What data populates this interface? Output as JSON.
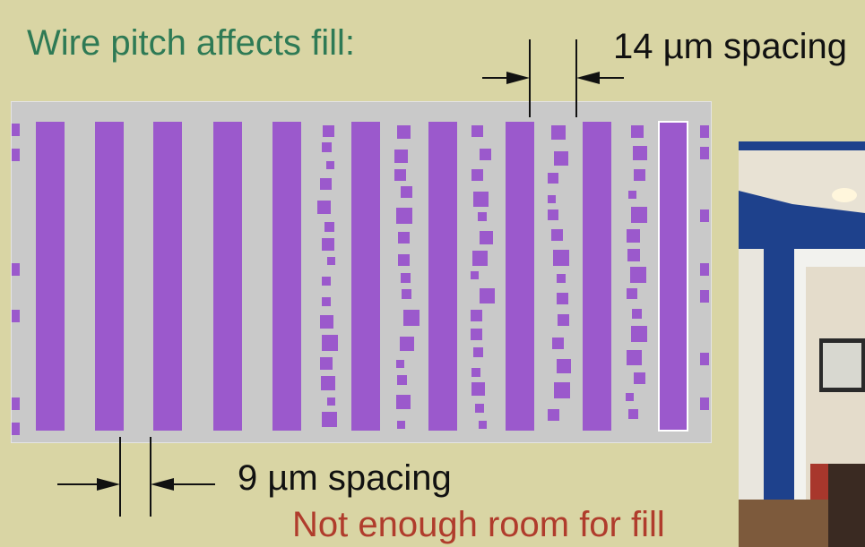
{
  "slide": {
    "title": "Wire pitch affects fill:",
    "label_wide_spacing": "14 µm spacing",
    "label_narrow_spacing": "9 µm spacing",
    "note": "Not enough room for fill"
  },
  "colors": {
    "background": "#d9d5a4",
    "title": "#2e7a55",
    "note": "#b03c2c",
    "wire": "#9b59cc",
    "panel": "#c9c9c9"
  }
}
